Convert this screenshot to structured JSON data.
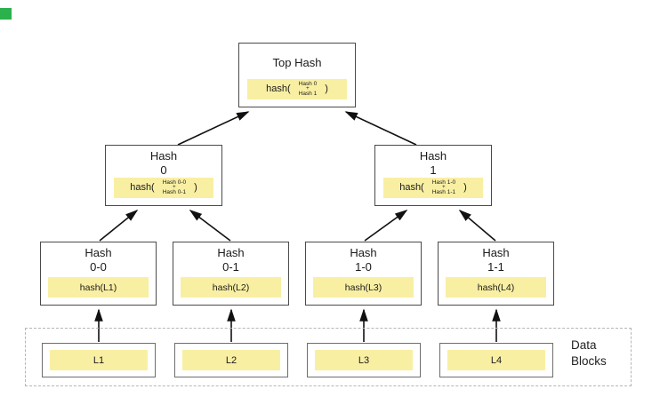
{
  "colors": {
    "hash_fill": "#f9efa3",
    "node_border": "#4a4a4a",
    "block_border": "#6e6e6e",
    "dashed_border": "#b5b5b5",
    "arrow": "#111111",
    "green_marker": "#2bb24c"
  },
  "nodes": {
    "top": {
      "title": "Top Hash",
      "fn_open": "hash(",
      "operand_top": "Hash 0",
      "operator": "+",
      "operand_bottom": "Hash 1",
      "fn_close": ")"
    },
    "level2": [
      {
        "title_line1": "Hash",
        "title_line2": "0",
        "fn_open": "hash(",
        "operand_top": "Hash 0-0",
        "operator": "+",
        "operand_bottom": "Hash 0-1",
        "fn_close": ")"
      },
      {
        "title_line1": "Hash",
        "title_line2": "1",
        "fn_open": "hash(",
        "operand_top": "Hash 1-0",
        "operator": "+",
        "operand_bottom": "Hash 1-1",
        "fn_close": ")"
      }
    ],
    "level3": [
      {
        "title_line1": "Hash",
        "title_line2": "0-0",
        "hash_label": "hash(L1)"
      },
      {
        "title_line1": "Hash",
        "title_line2": "0-1",
        "hash_label": "hash(L2)"
      },
      {
        "title_line1": "Hash",
        "title_line2": "1-0",
        "hash_label": "hash(L3)"
      },
      {
        "title_line1": "Hash",
        "title_line2": "1-1",
        "hash_label": "hash(L4)"
      }
    ],
    "data_blocks": [
      {
        "label": "L1"
      },
      {
        "label": "L2"
      },
      {
        "label": "L3"
      },
      {
        "label": "L4"
      }
    ]
  },
  "data_blocks_caption": {
    "line1": "Data",
    "line2": "Blocks"
  }
}
